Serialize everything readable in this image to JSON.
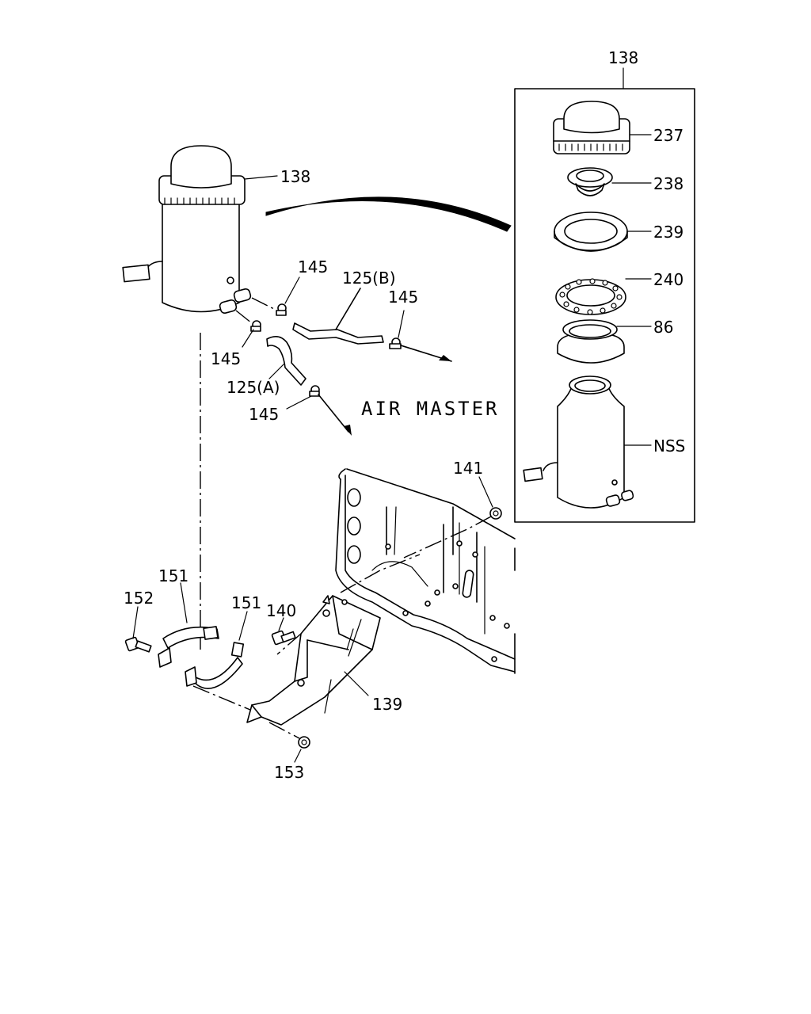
{
  "labels": {
    "detail_box": "138",
    "detail_cap": "237",
    "detail_seal": "238",
    "detail_ring": "239",
    "detail_gasket": "240",
    "detail_collar": "86",
    "detail_body": "NSS",
    "tank": "138",
    "clip_top": "145",
    "hose_b": "125(B)",
    "clip_right": "145",
    "clip_left": "145",
    "hose_a": "125(A)",
    "clip_bottom": "145",
    "air_master": "AIR MASTER",
    "nut_frame": "141",
    "band_left": "151",
    "bolt_left": "152",
    "band_right": "151",
    "bolt_bracket": "140",
    "bracket": "139",
    "nut_bottom": "153"
  }
}
